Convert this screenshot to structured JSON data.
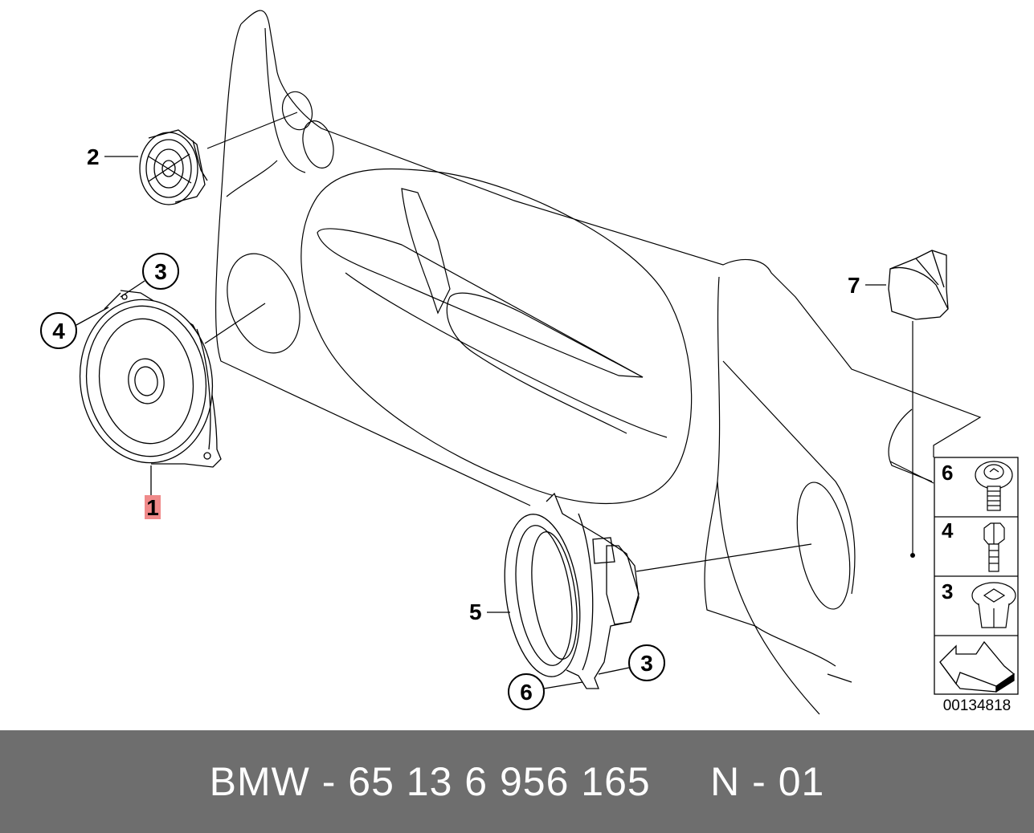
{
  "callouts": {
    "part_1": "1",
    "part_2": "2",
    "part_3_upper": "3",
    "part_4": "4",
    "part_5": "5",
    "part_6": "6",
    "part_3_lower": "3",
    "part_7": "7"
  },
  "hardware_panel": {
    "items": [
      {
        "label": "6",
        "icon": "screw-with-washer-icon"
      },
      {
        "label": "4",
        "icon": "hex-bolt-icon"
      },
      {
        "label": "3",
        "icon": "clip-nut-icon"
      }
    ],
    "arrow_icon": "direction-arrow-icon"
  },
  "diagram_number": "00134818",
  "footer": {
    "text": "BMW - 65 13 6 956 165     N - 01",
    "background": "#6e6e6e",
    "text_color": "#ffffff"
  },
  "colors": {
    "line": "#000000",
    "highlight": "#f08a8a"
  }
}
